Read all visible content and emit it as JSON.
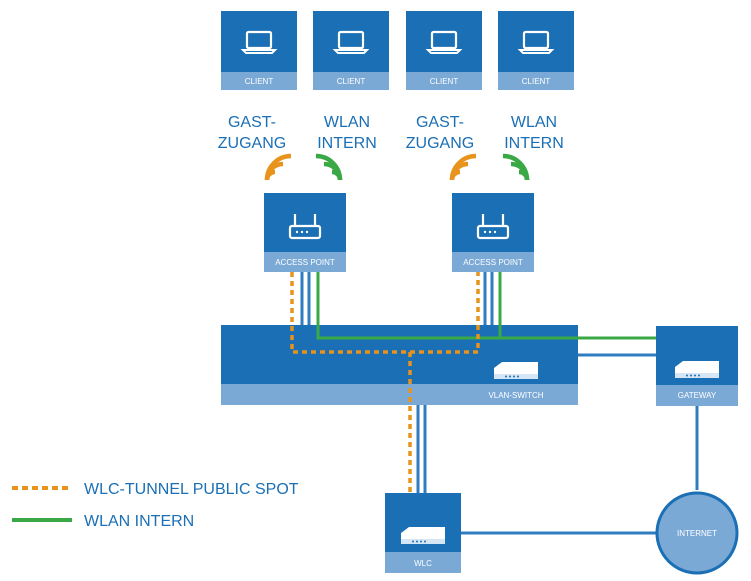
{
  "clients": [
    {
      "label": "CLIENT"
    },
    {
      "label": "CLIENT"
    },
    {
      "label": "CLIENT"
    },
    {
      "label": "CLIENT"
    }
  ],
  "wifi_labels": [
    {
      "line1": "GAST-",
      "line2": "ZUGANG"
    },
    {
      "line1": "WLAN",
      "line2": "INTERN"
    },
    {
      "line1": "GAST-",
      "line2": "ZUGANG"
    },
    {
      "line1": "WLAN",
      "line2": "INTERN"
    }
  ],
  "access_points": [
    {
      "label": "ACCESS POINT"
    },
    {
      "label": "ACCESS POINT"
    }
  ],
  "switch": {
    "label": "VLAN-SWITCH"
  },
  "gateway": {
    "label": "GATEWAY"
  },
  "wlc": {
    "label": "WLC"
  },
  "internet": {
    "label": "INTERNET"
  },
  "legend": [
    {
      "label": "WLC-TUNNEL PUBLIC SPOT",
      "style": "dashed",
      "color": "#e8941c"
    },
    {
      "label": "WLAN INTERN",
      "style": "solid",
      "color": "#3aa845"
    }
  ],
  "colors": {
    "device_blue": "#1a6fb5",
    "device_band": "#7ba9d6",
    "wire_blue": "#2f7dc0",
    "tunnel_orange": "#e8941c",
    "intern_green": "#3aa845",
    "text_blue": "#1a6fb5"
  },
  "icons": {
    "client": "laptop-icon",
    "access_point": "router-icon",
    "switch": "switch-icon",
    "gateway": "gateway-icon",
    "wlc": "wlc-icon",
    "wifi_guest": "wifi-signal-icon",
    "wifi_intern": "wifi-signal-icon"
  }
}
